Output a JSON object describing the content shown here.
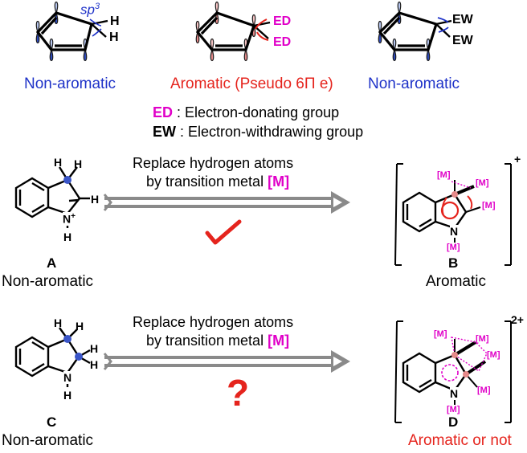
{
  "colors": {
    "blue": "#1e32c8",
    "red": "#e5241d",
    "magenta": "#e000c8",
    "gray_arrow": "#8a8a8a",
    "pink_lobe": "#f2b2b2",
    "blue_lobe": "#3a55c8"
  },
  "top_row": {
    "left": {
      "caption": "Non-aromatic",
      "hybrid_label": "sp",
      "hybrid_sup": "3",
      "atom1": "H",
      "atom2": "H"
    },
    "middle": {
      "caption": "Aromatic (Pseudo 6Π e)",
      "group1": "ED",
      "group2": "ED"
    },
    "right": {
      "caption": "Non-aromatic",
      "group1": "EW",
      "group2": "EW"
    }
  },
  "legend": {
    "ed_abbr": "ED",
    "ed_text": " : Electron-donating group",
    "ew_abbr": "EW",
    "ew_text": " :  Electron-withdrawing group"
  },
  "row_A": {
    "arrow_line1": "Replace hydrogen atoms",
    "arrow_line2_prefix": "by transition metal ",
    "arrow_line2_metal": "[M]",
    "result_mark": "✔",
    "left_label": "A",
    "left_caption": "Non-aromatic",
    "right_label": "B",
    "right_caption": "Aromatic",
    "charge": "+",
    "atoms": {
      "h_top1": "H",
      "h_top2": "H",
      "h_side": "H",
      "n_plus": "N",
      "plus": "+",
      "h_n": "H"
    },
    "product_atoms": {
      "m1": "[M]",
      "m2": "[M]",
      "m3": "[M]",
      "m4": "[M]",
      "n": "N"
    }
  },
  "row_C": {
    "arrow_line1": "Replace hydrogen atoms",
    "arrow_line2_prefix": "by transition metal ",
    "arrow_line2_metal": "[M]",
    "result_mark": "?",
    "left_label": "C",
    "left_caption": "Non-aromatic",
    "right_label": "D",
    "right_caption": "Aromatic or not",
    "charge": "2+",
    "atoms": {
      "h1": "H",
      "h2": "H",
      "h3": "H",
      "h4": "H",
      "n": "N",
      "h_n": "H"
    },
    "product_atoms": {
      "m1": "[M]",
      "m2": "[M]",
      "m3": "[M]",
      "m4": "[M]",
      "m5": "[M]",
      "n": "N"
    }
  }
}
